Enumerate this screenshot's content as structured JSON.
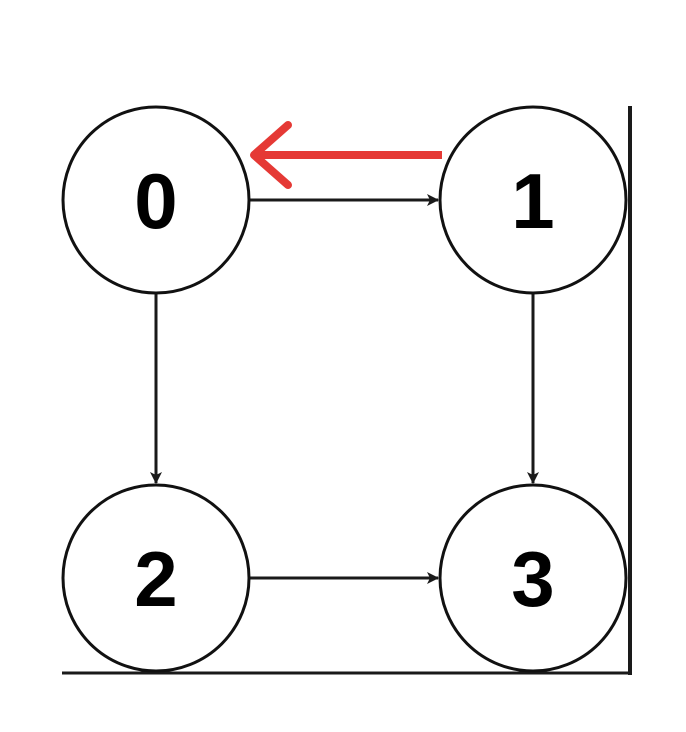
{
  "diagram": {
    "type": "directed-graph",
    "nodes": [
      {
        "id": "0",
        "label": "0"
      },
      {
        "id": "1",
        "label": "1"
      },
      {
        "id": "2",
        "label": "2"
      },
      {
        "id": "3",
        "label": "3"
      }
    ],
    "edges": [
      {
        "from": "0",
        "to": "1"
      },
      {
        "from": "0",
        "to": "2"
      },
      {
        "from": "1",
        "to": "3"
      },
      {
        "from": "2",
        "to": "3"
      }
    ],
    "highlighted_edges": [
      {
        "from": "1",
        "to": "0",
        "color": "#e53935"
      }
    ],
    "colors": {
      "edge": "#1a1a1a",
      "node_stroke": "#111111",
      "node_fill": "#ffffff",
      "label": "#000000",
      "highlight": "#e53935"
    }
  }
}
